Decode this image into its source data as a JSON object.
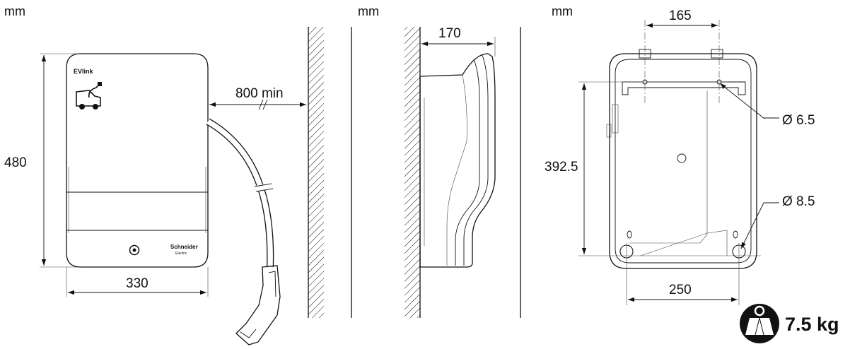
{
  "units": {
    "front_view": "mm",
    "side_view": "mm",
    "rear_view": "mm"
  },
  "front_view": {
    "height": "480",
    "width": "330",
    "clearance": "800 min",
    "brand_label": "EVlink",
    "maker_label_line1": "Schneider",
    "maker_label_line2": "Electric"
  },
  "side_view": {
    "depth": "170"
  },
  "rear_view": {
    "top_hole_spacing": "165",
    "vertical_hole_spacing": "392.5",
    "bottom_hole_spacing": "250",
    "top_hole_diameter": "Ø 6.5",
    "bottom_hole_diameter": "Ø 8.5"
  },
  "weight": {
    "value": "7.5 kg",
    "icon": "weight-icon"
  }
}
